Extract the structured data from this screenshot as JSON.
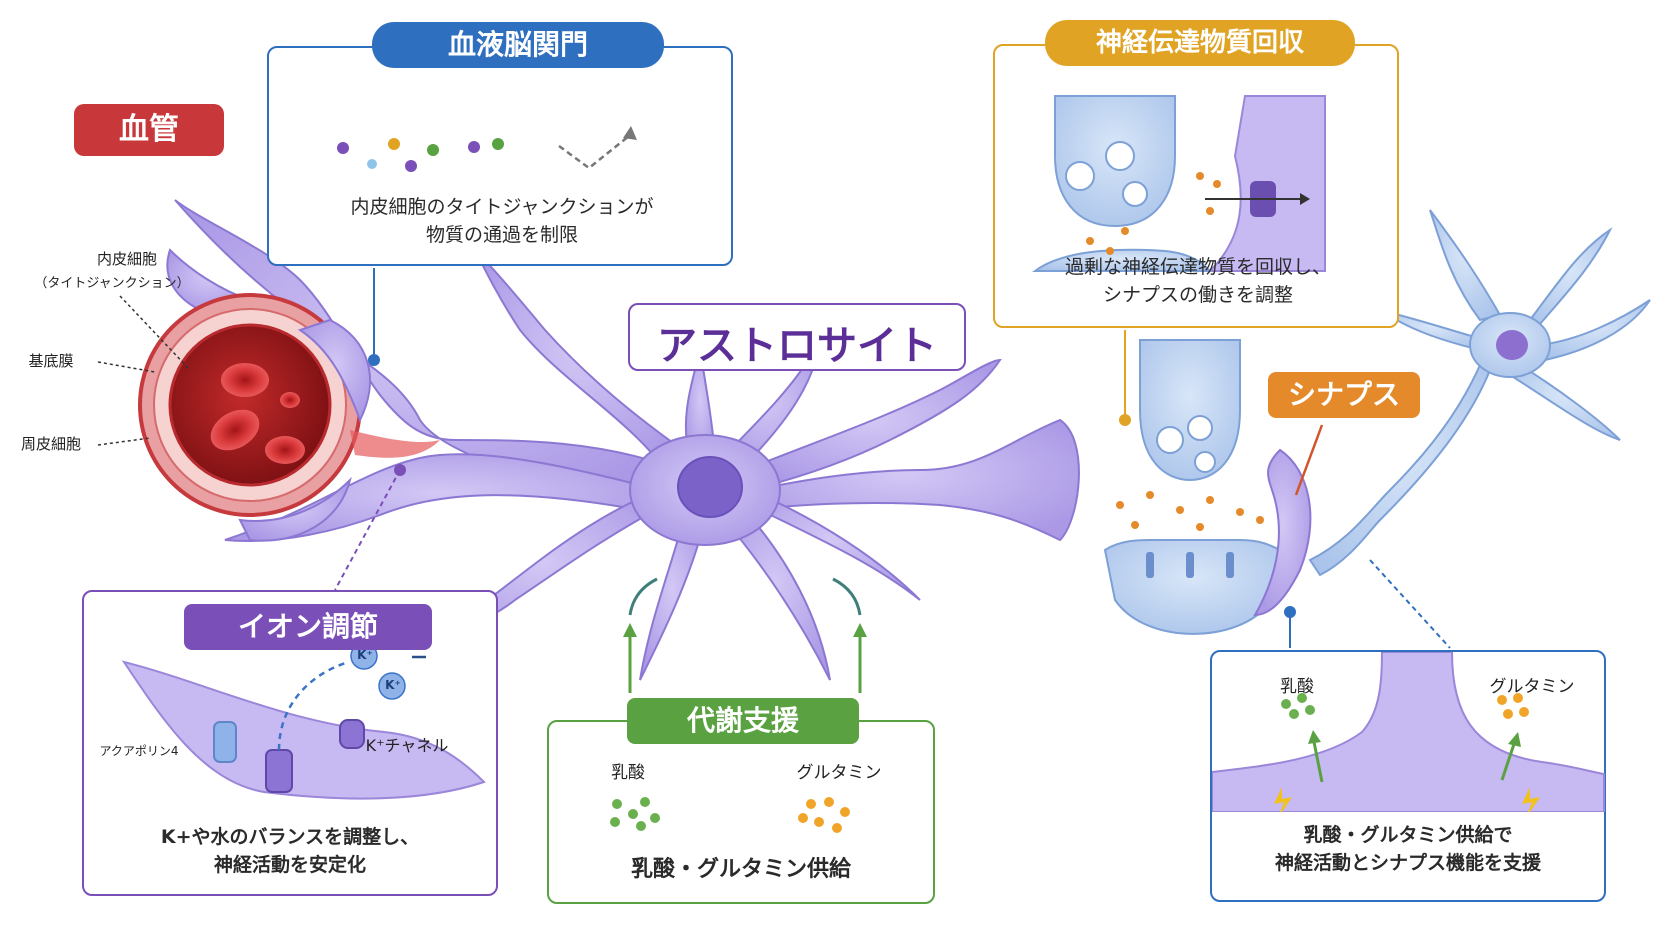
{
  "title": "アストロサイト",
  "colors": {
    "astro": "#b7a7ec",
    "astro_dark": "#7a62c9",
    "vessel": "#c8373a",
    "blue": "#2f6fbf",
    "gold": "#e0a324",
    "purple": "#7b4fb8",
    "green": "#5aa241",
    "orange": "#e58a2a"
  },
  "vessel": {
    "label": "血管",
    "endothelial": "内皮細胞",
    "endothelial_sub": "（タイトジャンクション）",
    "basement": "基底膜",
    "pericyte": "周皮細胞"
  },
  "bbb": {
    "label": "血液脳関門",
    "caption_line1": "内皮細胞のタイトジャンクションが",
    "caption_line2": "物質の通過を制限"
  },
  "reuptake": {
    "label": "神経伝達物質回収",
    "caption_line1": "過剰な神経伝達物質を回収し、",
    "caption_line2": "シナプスの働きを調整"
  },
  "synapse": {
    "label": "シナプス"
  },
  "ion": {
    "label": "イオン調節",
    "aquaporin": "アクアポリン4",
    "k_channel": "K⁺チャネル",
    "k_ion": "K⁺",
    "caption_line1": "K+や水のバランスを調整し、",
    "caption_line2": "神経活動を安定化"
  },
  "metabolic": {
    "label": "代謝支援",
    "lactate": "乳酸",
    "glutamine": "グルタミン",
    "caption": "乳酸・グルタミン供給"
  },
  "support": {
    "lactate": "乳酸",
    "glutamine": "グルタミン",
    "caption_line1": "乳酸・グルタミン供給で",
    "caption_line2": "神経活動とシナプス機能を支援"
  }
}
